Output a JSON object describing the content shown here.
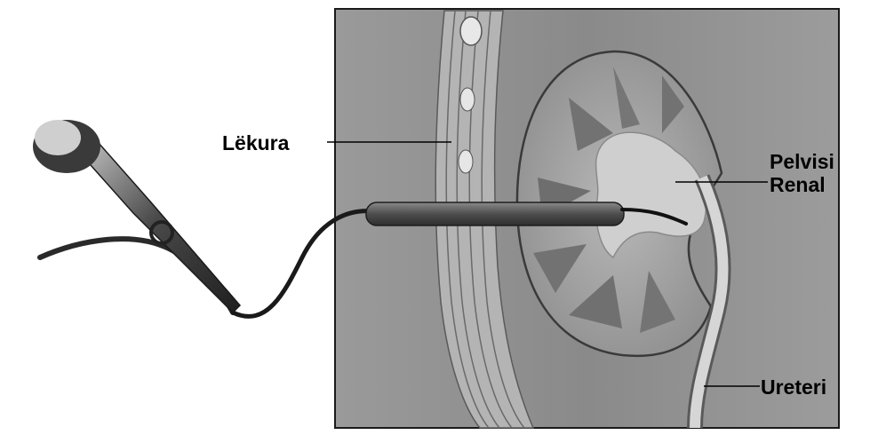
{
  "labels": {
    "skin": "Lëkura",
    "renal_pelvis_line1": "Pelvisi",
    "renal_pelvis_line2": "Renal",
    "ureter": "Ureteri"
  },
  "colors": {
    "background": "#ffffff",
    "panel_fill": "#8c8c8c",
    "panel_border": "#1a1a1a",
    "kidney_cortex": "#a8a8a8",
    "kidney_medulla": "#7a7a7a",
    "collecting_system": "#c8c8c8",
    "skin_layers": "#bdbdbd",
    "instrument_body": "#3a3a3a",
    "sheath": "#5e5e5e",
    "label_text": "#000000"
  },
  "icons": {
    "instrument": "nephroscope-icon"
  }
}
